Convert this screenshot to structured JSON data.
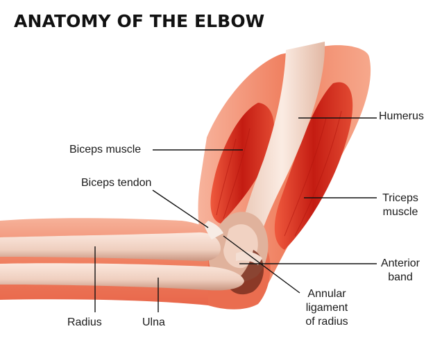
{
  "title": "ANATOMY OF THE ELBOW",
  "labels": {
    "humerus": "Humerus",
    "biceps_muscle": "Biceps muscle",
    "biceps_tendon": "Biceps tendon",
    "triceps_line1": "Triceps",
    "triceps_line2": "muscle",
    "anterior_line1": "Anterior",
    "anterior_line2": "band",
    "annular_line1": "Annular",
    "annular_line2": "ligament",
    "annular_line3": "of radius",
    "radius": "Radius",
    "ulna": "Ulna"
  },
  "colors": {
    "skin": "#f08a6a",
    "muscle": "#d8281c",
    "bone": "#f3ddd0",
    "tendon": "#f6ece6",
    "leader": "#111111"
  }
}
